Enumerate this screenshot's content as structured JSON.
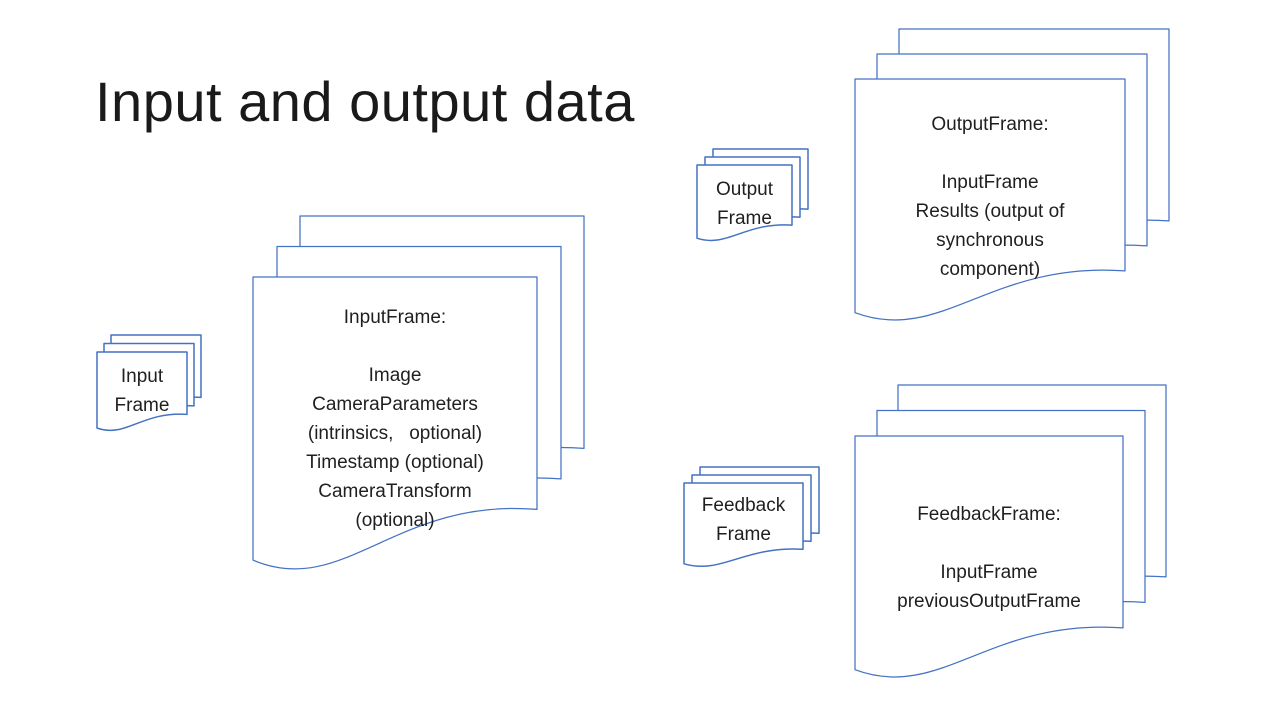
{
  "slide": {
    "title": "Input and output data"
  },
  "theme": {
    "accent": "#4472C4",
    "background": "#FFFFFF",
    "text_color": "#1F1F1F"
  },
  "stacks": {
    "input_small": {
      "label": "Input\nFrame"
    },
    "input_large": {
      "label": "InputFrame:\n\nImage\nCameraParameters\n(intrinsics,   optional)\nTimestamp (optional)\nCameraTransform\n(optional)"
    },
    "output_small": {
      "label": "Output\nFrame"
    },
    "output_large": {
      "label": "OutputFrame:\n\nInputFrame\nResults (output of\nsynchronous\ncomponent)"
    },
    "feedback_small": {
      "label": "Feedback\nFrame"
    },
    "feedback_large": {
      "label": "FeedbackFrame:\n\nInputFrame\npreviousOutputFrame"
    }
  }
}
